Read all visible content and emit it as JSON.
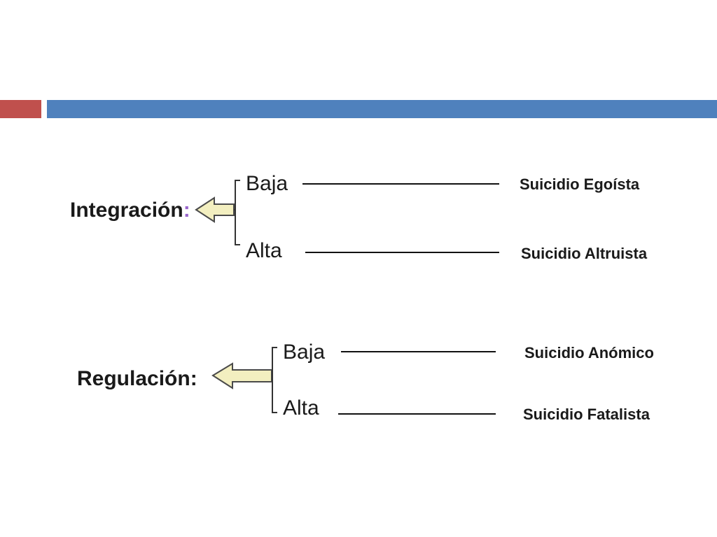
{
  "slide": {
    "accent_colors": {
      "left_bar": "#c0504d",
      "right_bar": "#4f81bd",
      "arrow_fill": "#f3efc0",
      "arrow_stroke": "#4a4a4a"
    },
    "groups": [
      {
        "category": "Integración",
        "colon": ":",
        "colon_color": "#9966cc",
        "levels": [
          {
            "label": "Baja",
            "result": "Suicidio Egoísta"
          },
          {
            "label": "Alta",
            "result": "Suicidio Altruista"
          }
        ]
      },
      {
        "category": "Regulación",
        "colon": ":",
        "colon_color": "#1a1a1a",
        "levels": [
          {
            "label": "Baja",
            "result": "Suicidio Anómico"
          },
          {
            "label": "Alta",
            "result": "Suicidio Fatalista"
          }
        ]
      }
    ]
  }
}
